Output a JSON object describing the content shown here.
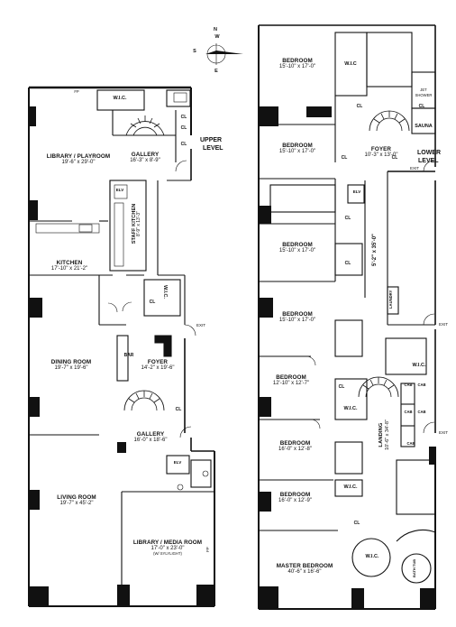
{
  "compass": {
    "n": "N",
    "s": "S",
    "e": "E",
    "w": "W"
  },
  "upper": {
    "level": [
      "UPPER",
      "LEVEL"
    ],
    "fp": "FP",
    "wic_top": "W.I.C.",
    "library": {
      "name": "LIBRARY / PLAYROOM",
      "dim": "19'-6\" x 29'-0\""
    },
    "gallery_top": {
      "name": "GALLERY",
      "dim": "16'-3\" x 8'-9\""
    },
    "cl_a": "CL",
    "cl_b": "CL",
    "cl_c": "CL",
    "elv": "ELV",
    "staff_kitchen": {
      "name": "STAFF KITCHEN",
      "dim": "8'-9\" x 13'-3\""
    },
    "kitchen": {
      "name": "KITCHEN",
      "dim": "17'-10\" x 21'-2\""
    },
    "wic_mid": "W.I.C.",
    "cl_d": "CL",
    "exit": "EXIT",
    "dining": {
      "name": "DINING ROOM",
      "dim": "19'-7\" x 19'-6\""
    },
    "bar": "BAR",
    "foyer": {
      "name": "FOYER",
      "dim": "14'-2\" x 19'-6\""
    },
    "cl_e": "CL",
    "gallery_bot": {
      "name": "GALLERY",
      "dim": "16'-0\" x 18'-6\""
    },
    "elv2": "ELV",
    "living": {
      "name": "LIVING ROOM",
      "dim": "19'-7\" x 45'-2\""
    },
    "media": {
      "name": "LIBRARY / MEDIA ROOM",
      "dim": "17'-0\" x 23'-0\"",
      "note": "(W/ SYLYLIGHT)"
    },
    "fp2": "FP"
  },
  "lower": {
    "level": [
      "LOWER",
      "LEVEL"
    ],
    "bed1": {
      "name": "BEDROOM",
      "dim": "15'-10\" x 17'-0\""
    },
    "wic1": "W.I.C",
    "jet": [
      "JET",
      "SHOWER"
    ],
    "sauna": "SAUNA",
    "cl1": "CL",
    "cl2": "CL",
    "bed2": {
      "name": "BEDROOM",
      "dim": "15'-10\" x 17'-0\""
    },
    "foyer": {
      "name": "FOYER",
      "dim": "10'-3\" x 13'-0\""
    },
    "cl3": "CL",
    "cl4": "CL",
    "exit1": "EXIT",
    "elv": "ELV",
    "cl5": "CL",
    "bed3": {
      "name": "BEDROOM",
      "dim": "15'-10\" x 17'-0\""
    },
    "hall": "5'-2\" x 35'-0\"",
    "cl6": "CL",
    "laundry": "LAUNDRY",
    "bed4": {
      "name": "BEDROOM",
      "dim": "15'-10\" x 17'-0\""
    },
    "exit2": "EXIT",
    "bed5": {
      "name": "BEDROOM",
      "dim": "12'-10\" x 12'-7\""
    },
    "wic2": "W.I.C.",
    "cl7": "CL",
    "wic3": "W.I.C.",
    "cab1": "CAB",
    "cab2": "CAB",
    "cab3": "CAB",
    "cab4": "CAB",
    "cab5": "CAB",
    "exit3": "EXIT",
    "bed6": {
      "name": "BEDROOM",
      "dim": "16'-0\" x 12'-8\""
    },
    "landing": {
      "name": "LANDING",
      "dim": "10'-6\" x 34'-8\""
    },
    "bed7": {
      "name": "BEDROOM",
      "dim": "16'-0\" x 12'-9\""
    },
    "wic4": "W.I.C.",
    "cl8": "CL",
    "master": {
      "name": "MASTER BEDROOM",
      "dim": "40'-6\" x 16'-6\""
    },
    "wic5": "W.I.C.",
    "bathtub": "BATH TUB"
  }
}
